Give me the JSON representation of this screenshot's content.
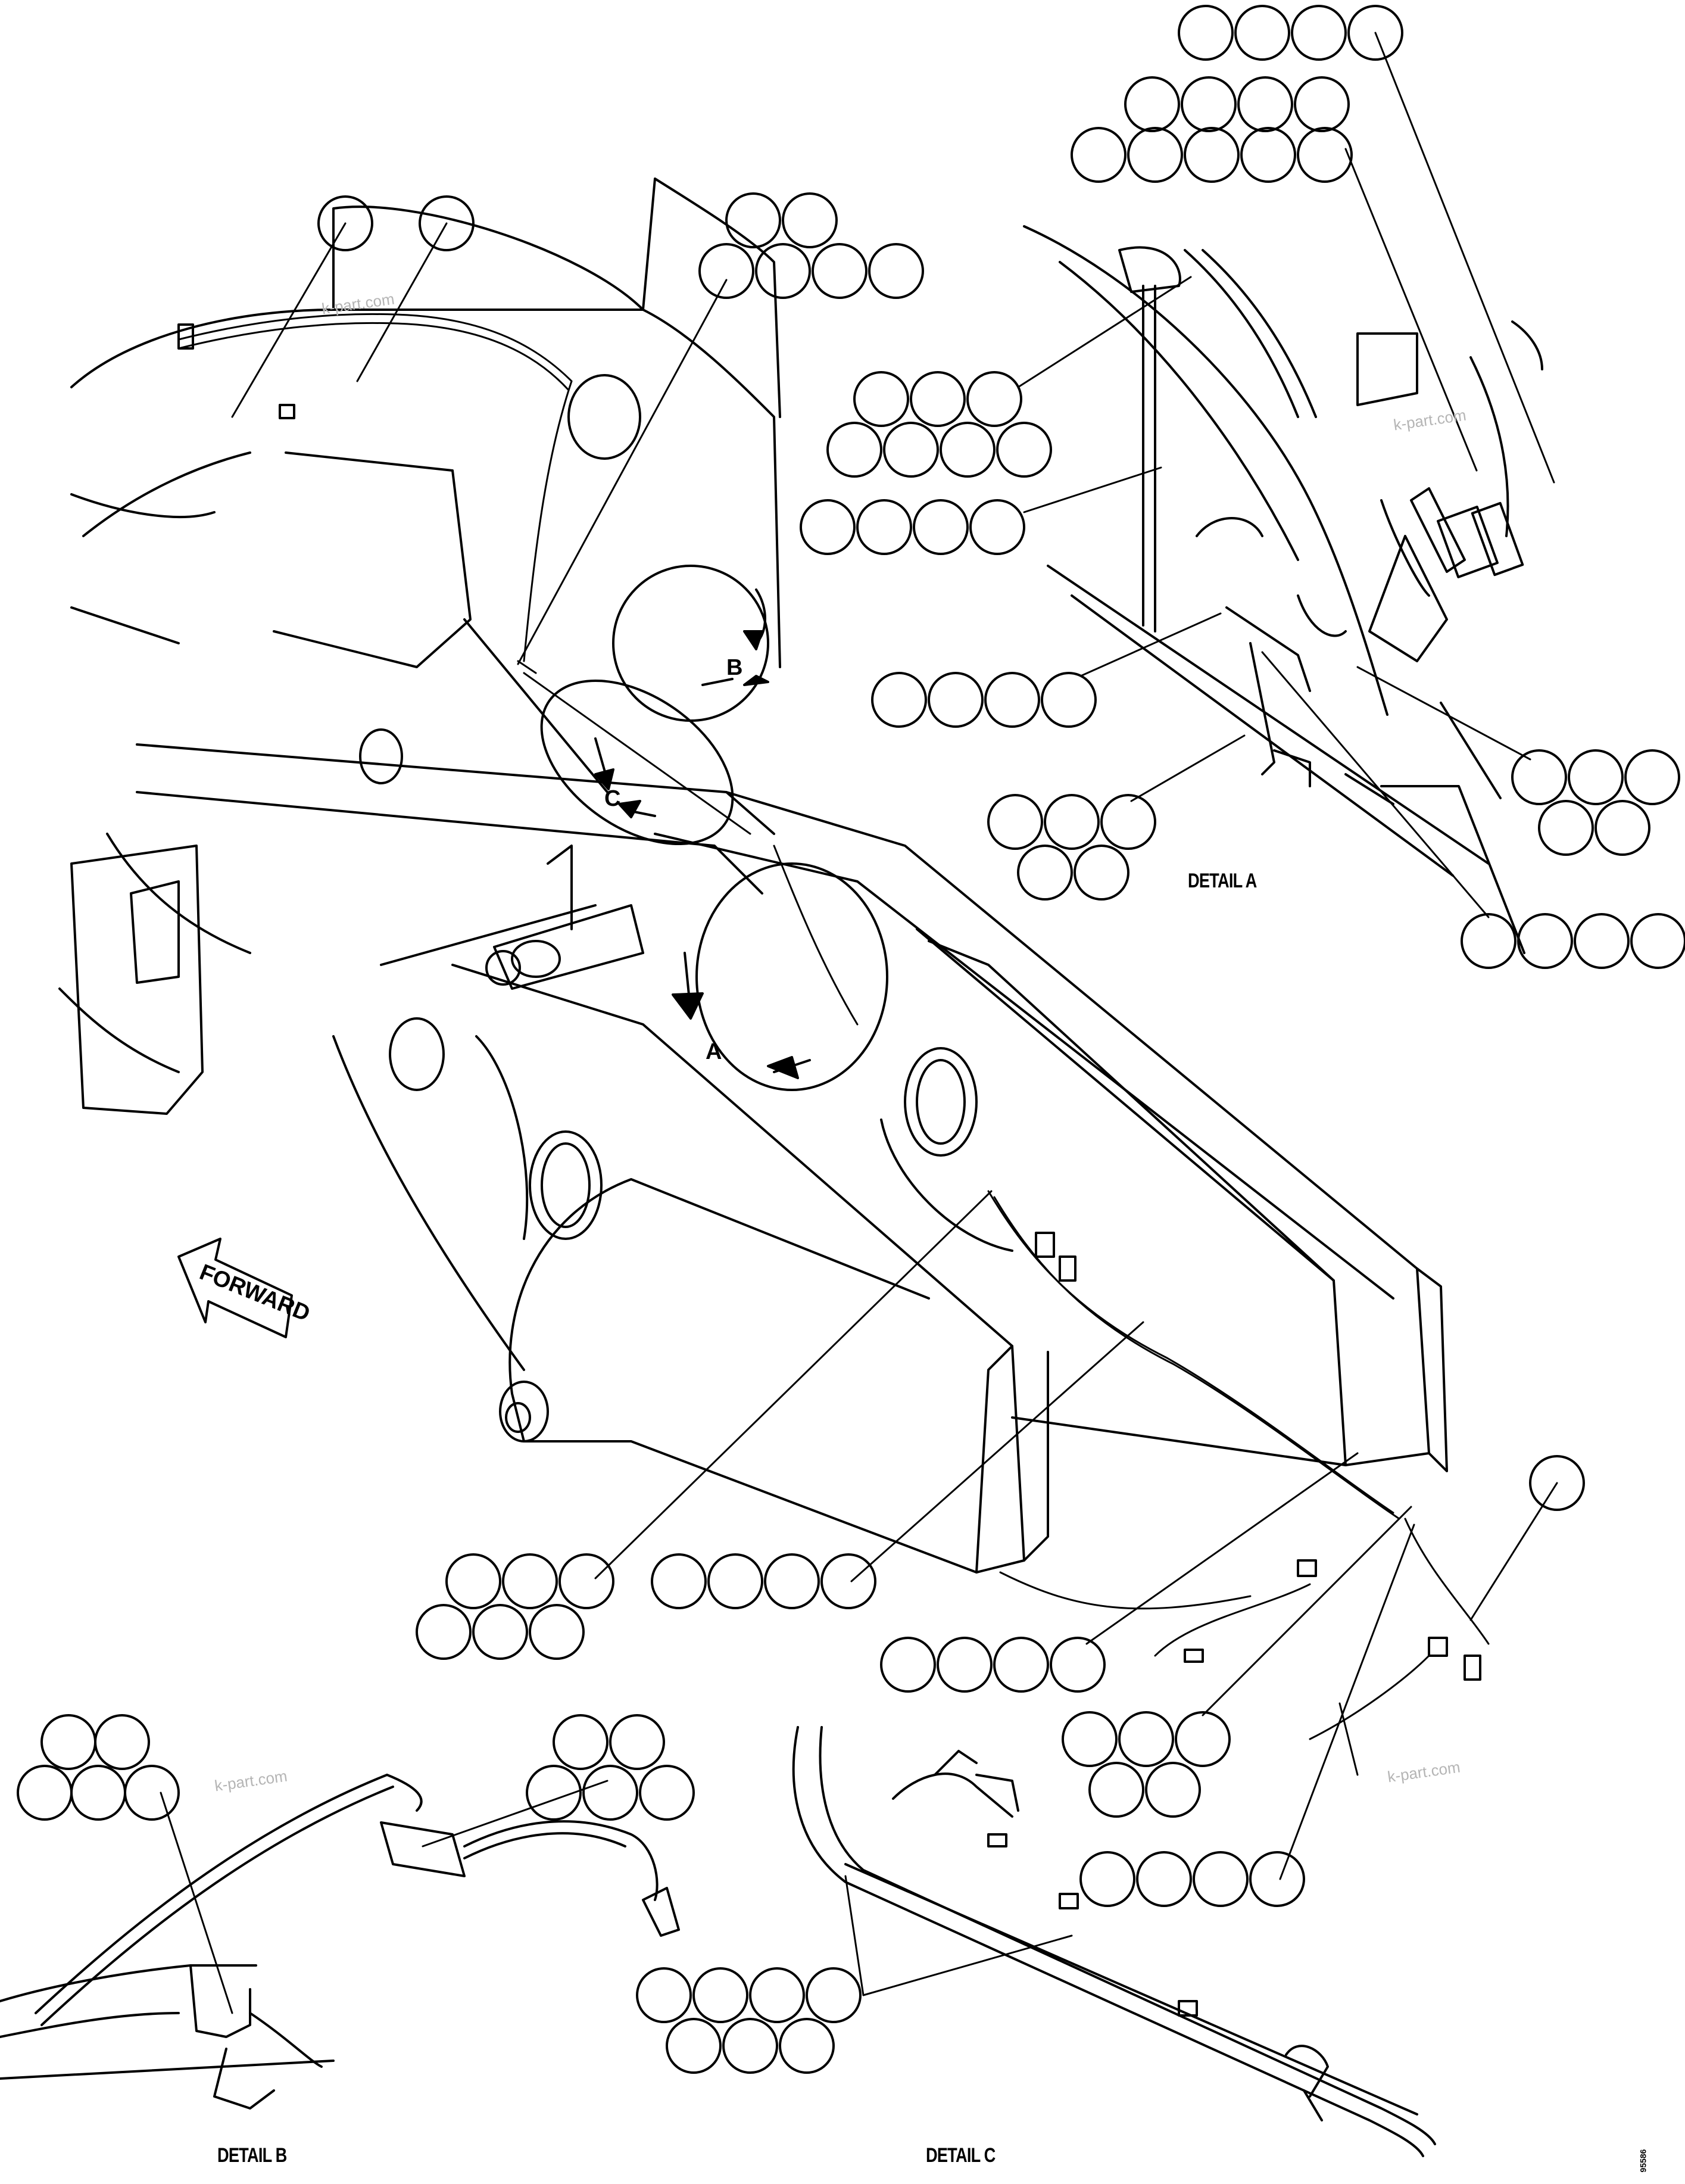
{
  "detail_labels": {
    "a": "DETAIL A",
    "b": "DETAIL B",
    "c": "DETAIL C"
  },
  "view_letters": {
    "a": "A",
    "b": "B",
    "c": "C"
  },
  "forward_label": "FORWARD",
  "watermark": "k-part.com",
  "sheet_id": "95586",
  "callout_groups": [
    {
      "count": 2,
      "layout": "row"
    },
    {
      "count": 6,
      "layout": "2-4"
    },
    {
      "count": 13,
      "layout": "4-4-5"
    },
    {
      "count": 7,
      "layout": "3-4"
    },
    {
      "count": 4,
      "layout": "row"
    },
    {
      "count": 4,
      "layout": "row"
    },
    {
      "count": 5,
      "layout": "3-2"
    },
    {
      "count": 5,
      "layout": "3-2"
    },
    {
      "count": 4,
      "layout": "row"
    },
    {
      "count": 1,
      "layout": "single"
    },
    {
      "count": 6,
      "layout": "3-3"
    },
    {
      "count": 4,
      "layout": "row"
    },
    {
      "count": 4,
      "layout": "row"
    },
    {
      "count": 5,
      "layout": "3-2"
    },
    {
      "count": 4,
      "layout": "row"
    },
    {
      "count": 5,
      "layout": "2-3"
    },
    {
      "count": 5,
      "layout": "2-3"
    },
    {
      "count": 7,
      "layout": "4-3"
    }
  ]
}
